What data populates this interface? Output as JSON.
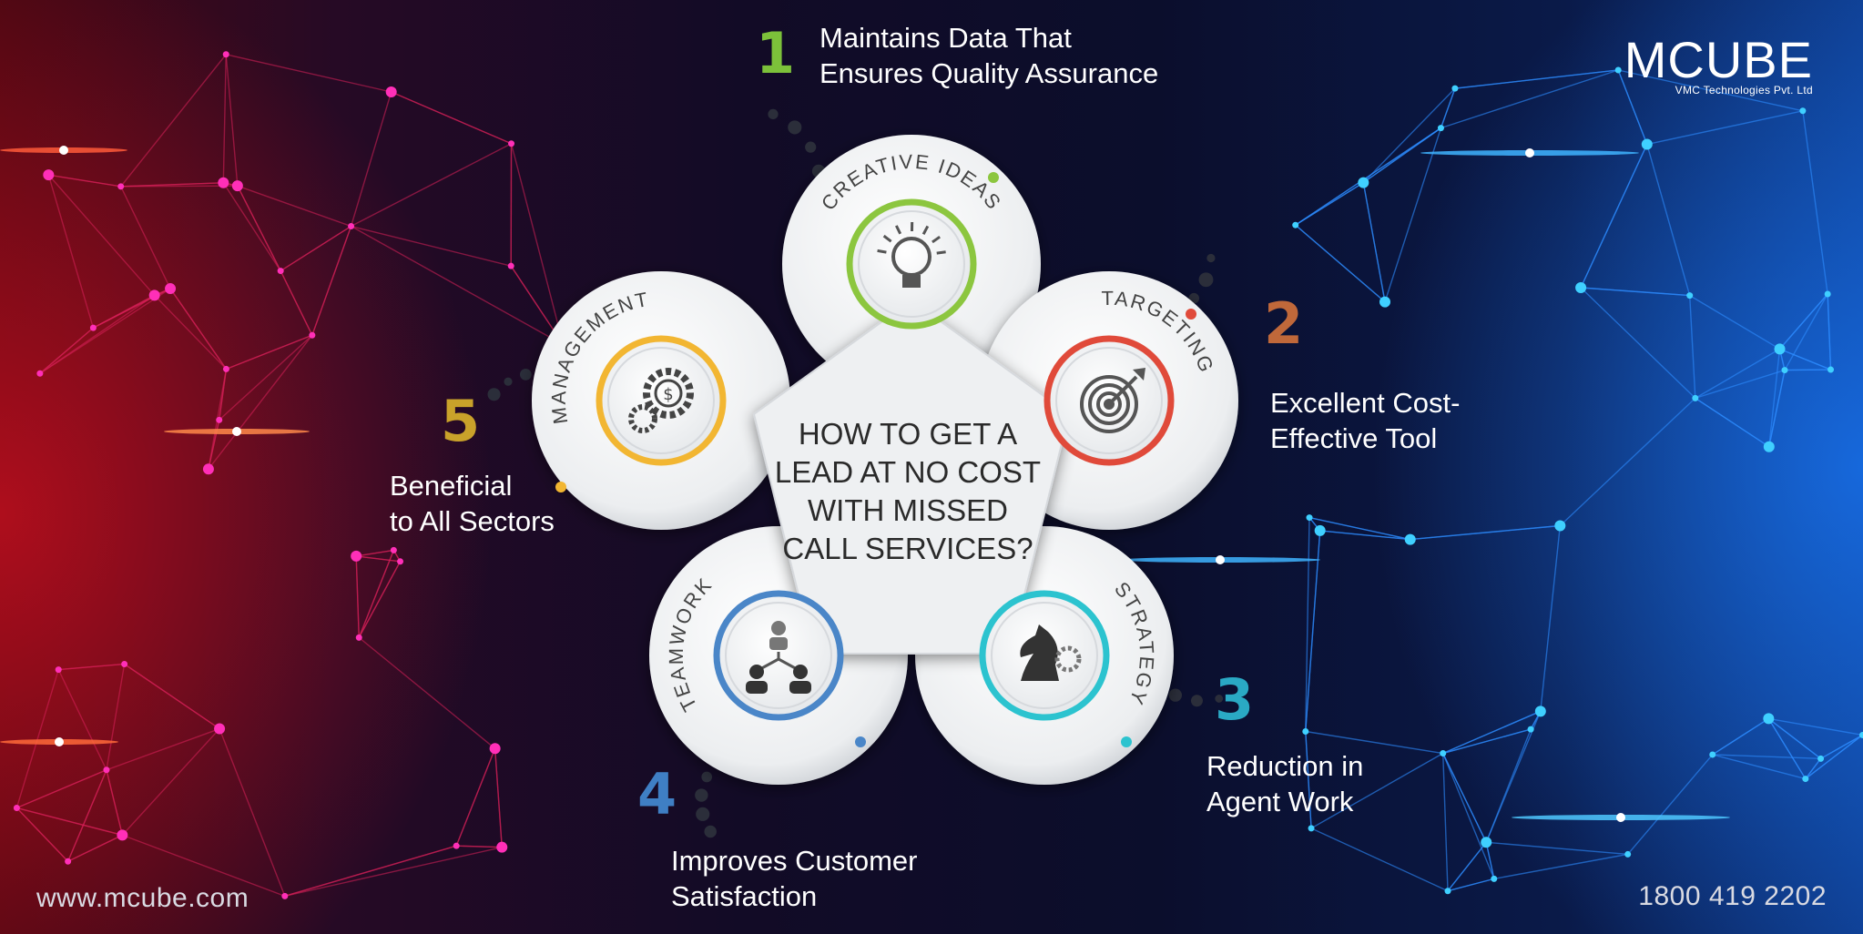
{
  "brand": {
    "logo": "MCUBE",
    "tagline": "VMC Technologies Pvt. Ltd"
  },
  "center_title": [
    "HOW TO GET A",
    "LEAD AT NO COST",
    "WITH MISSED",
    "CALL SERVICES?"
  ],
  "petals": [
    {
      "label": "CREATIVE IDEAS",
      "icon": "lightbulb-icon",
      "color": "#8cc63f"
    },
    {
      "label": "TARGETING",
      "icon": "target-icon",
      "color": "#e04a3a"
    },
    {
      "label": "STRATEGY",
      "icon": "chess-knight-icon",
      "color": "#2cc3cf"
    },
    {
      "label": "TEAMWORK",
      "icon": "team-icon",
      "color": "#4a86c8"
    },
    {
      "label": "MANAGEMENT",
      "icon": "gears-icon",
      "color": "#f2b632"
    }
  ],
  "benefits": [
    {
      "number": "1",
      "color": "#7cc13a",
      "lines": [
        "Maintains Data That",
        "Ensures Quality Assurance"
      ]
    },
    {
      "number": "2",
      "color": "#c0683a",
      "lines": [
        "Excellent Cost-",
        "Effective Tool"
      ]
    },
    {
      "number": "3",
      "color": "#2aa9c4",
      "lines": [
        "Reduction in",
        "Agent Work"
      ]
    },
    {
      "number": "4",
      "color": "#3f7fc4",
      "lines": [
        "Improves Customer",
        "Satisfaction"
      ]
    },
    {
      "number": "5",
      "color": "#c9a22a",
      "lines": [
        "Beneficial",
        "to All Sectors"
      ]
    }
  ],
  "footer": {
    "website": "www.mcube.com",
    "phone": "1800 419 2202"
  }
}
